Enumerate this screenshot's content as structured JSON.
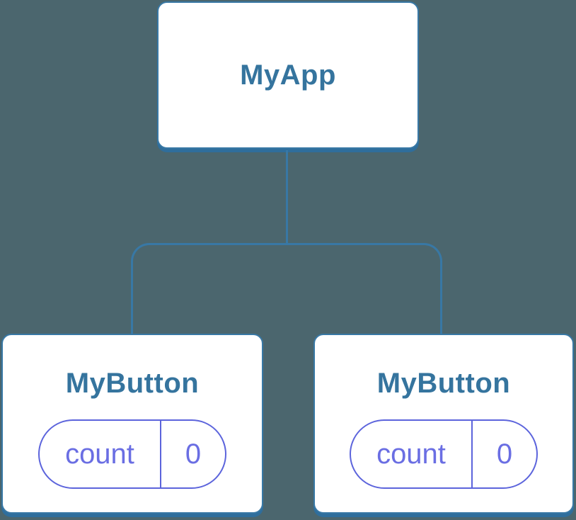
{
  "diagram": {
    "type": "component-tree",
    "colors": {
      "background": "#4b666e",
      "node_fill": "#ffffff",
      "node_border": "#3878a5",
      "node_shadow": "#2f6e9c",
      "node_label_text": "#35749e",
      "connector": "#3878a5",
      "pill_border": "#5c64dc",
      "pill_text": "#6a6ee3"
    },
    "root": {
      "label": "MyApp"
    },
    "children": [
      {
        "label": "MyButton",
        "state": {
          "key": "count",
          "value": "0"
        }
      },
      {
        "label": "MyButton",
        "state": {
          "key": "count",
          "value": "0"
        }
      }
    ]
  }
}
